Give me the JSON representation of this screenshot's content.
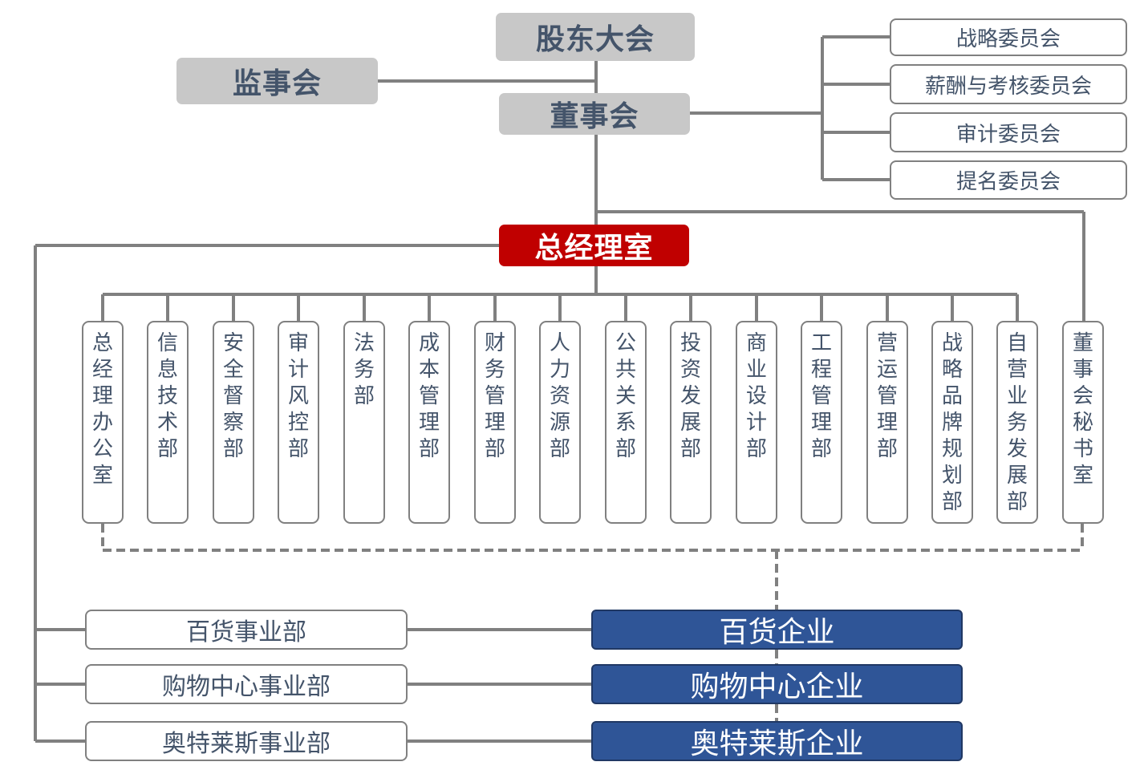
{
  "shareholders": "股东大会",
  "supervisors": "监事会",
  "board": "董事会",
  "gm_office": "总经理室",
  "committees": [
    "战略委员会",
    "薪酬与考核委员会",
    "审计委员会",
    "提名委员会"
  ],
  "departments": [
    "总经理办公室",
    "信息技术部",
    "安全督察部",
    "审计风控部",
    "法务部",
    "成本管理部",
    "财务管理部",
    "人力资源部",
    "公共关系部",
    "投资发展部",
    "商业设计部",
    "工程管理部",
    "营运管理部",
    "战略品牌规划部",
    "自营业务发展部",
    "董事会秘书室"
  ],
  "divisions": [
    "百货事业部",
    "购物中心事业部",
    "奥特莱斯事业部"
  ],
  "enterprises": [
    "百货企业",
    "购物中心企业",
    "奥特莱斯企业"
  ],
  "colors": {
    "line": "#808080",
    "gray_fill": "#c8c8c8",
    "gray_text": "#44546a",
    "red_fill": "#c00000",
    "blue_fill": "#2f5597"
  }
}
